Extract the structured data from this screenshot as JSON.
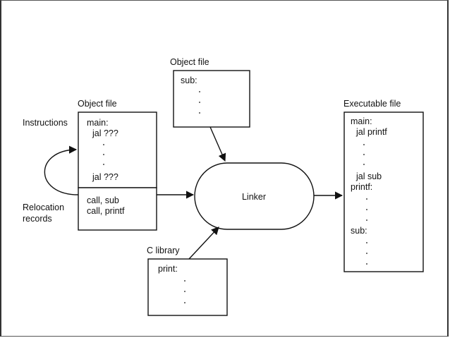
{
  "labels": {
    "object_file_top": "Object file",
    "object_file_left": "Object file",
    "executable_file": "Executable file",
    "c_library": "C library",
    "instructions": "Instructions",
    "relocation_line1": "Relocation",
    "relocation_line2": "records",
    "linker": "Linker"
  },
  "object_file_top": {
    "lines": [
      "sub:"
    ],
    "dots": 3
  },
  "object_file_left": {
    "instructions": [
      "main:",
      "jal ???",
      "jal ???"
    ],
    "dots": 3,
    "relocations": [
      "call, sub",
      "call, printf"
    ]
  },
  "c_library": {
    "lines": [
      "print:"
    ],
    "dots": 3
  },
  "executable_file": {
    "lines": [
      "main:",
      "jal printf",
      "jal sub",
      "printf:",
      "sub:"
    ],
    "dot_groups": [
      3,
      3,
      3
    ]
  }
}
